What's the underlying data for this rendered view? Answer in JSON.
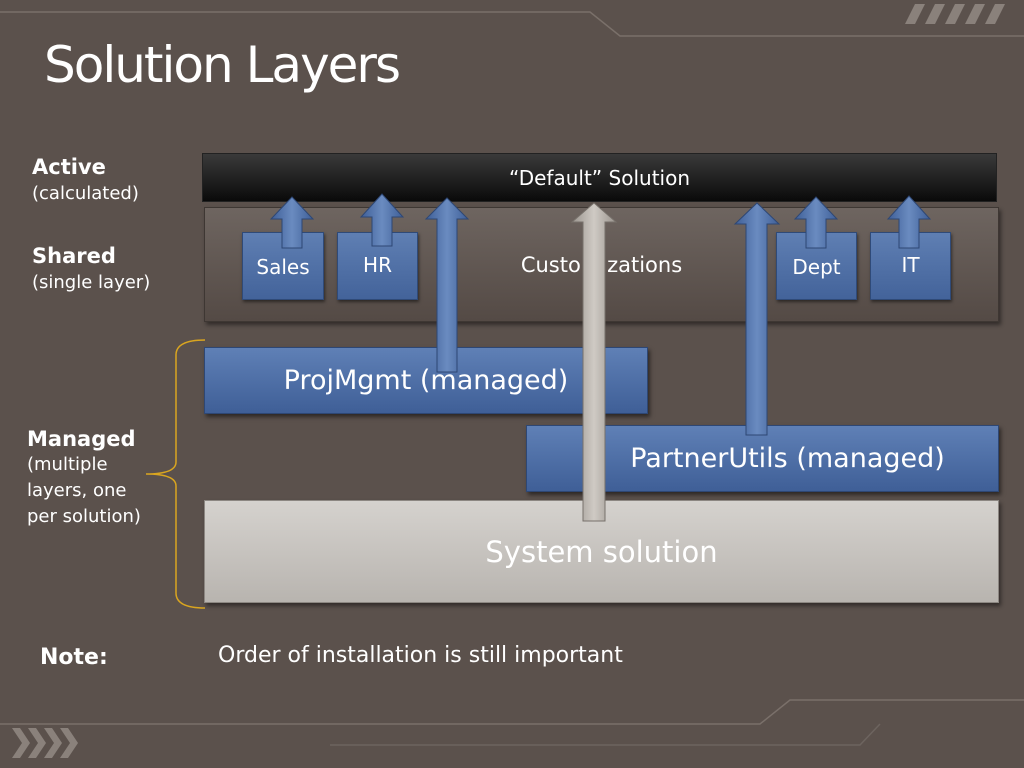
{
  "slide": {
    "title": "Solution Layers"
  },
  "labels": {
    "active_title": "Active",
    "active_sub": "(calculated)",
    "shared_title": "Shared",
    "shared_sub": "(single layer)",
    "managed_title": "Managed",
    "managed_sub_1": "(multiple",
    "managed_sub_2": "layers, one",
    "managed_sub_3": "per solution)"
  },
  "diagram": {
    "default_solution": "“Default” Solution",
    "customizations": "Customizations",
    "tiles": [
      "Sales",
      "HR",
      "Dept",
      "IT"
    ],
    "projmgmt": "ProjMgmt (managed)",
    "partnerutils": "PartnerUtils (managed)",
    "system": "System solution"
  },
  "note": {
    "label": "Note:",
    "text": "Order of installation is still important"
  },
  "colors": {
    "background": "#5b514c",
    "blue": "#4f6fa6",
    "system_gray": "#c8c4bf",
    "gray_arrow": "#aaa59f"
  }
}
